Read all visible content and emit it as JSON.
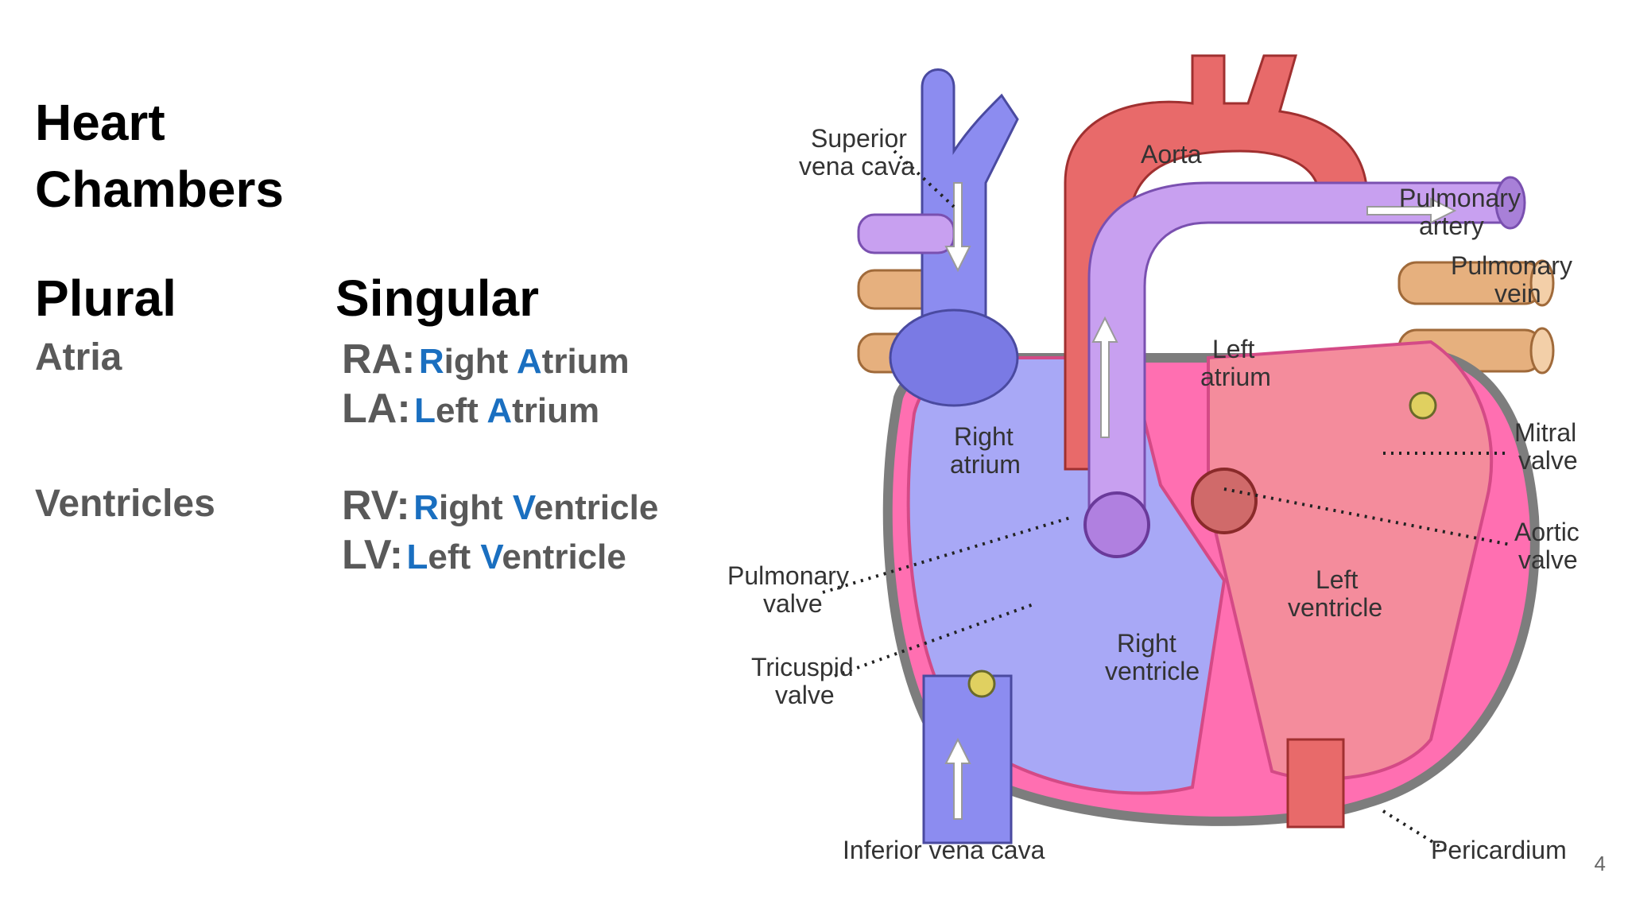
{
  "title": "Heart Chambers",
  "columns": {
    "plural": "Plural",
    "singular": "Singular"
  },
  "rows": [
    {
      "plural": "Atria",
      "items": [
        {
          "abbr": "RA:",
          "w1i": "R",
          "w1r": "ight",
          "w2i": "A",
          "w2r": "trium"
        },
        {
          "abbr": "LA:",
          "w1i": "L",
          "w1r": "eft",
          "w2i": "A",
          "w2r": "trium"
        }
      ]
    },
    {
      "plural": "Ventricles",
      "items": [
        {
          "abbr": "RV:",
          "w1i": "R",
          "w1r": "ight",
          "w2i": "V",
          "w2r": "entricle"
        },
        {
          "abbr": "LV:",
          "w1i": "L",
          "w1r": "eft",
          "w2i": "V",
          "w2r": "entricle"
        }
      ]
    }
  ],
  "diagram": {
    "labels": {
      "superior_vena_cava": [
        "Superior",
        "vena  cava"
      ],
      "aorta": "Aorta",
      "pulmonary_artery": [
        "Pulmonary",
        "artery"
      ],
      "pulmonary_vein": [
        "Pulmonary",
        "vein"
      ],
      "left_atrium": [
        "Left",
        "atrium"
      ],
      "right_atrium": [
        "Right",
        "atrium"
      ],
      "mitral_valve": [
        "Mitral",
        "valve"
      ],
      "aortic_valve": [
        "Aortic",
        "valve"
      ],
      "pulmonary_valve": [
        "Pulmonary",
        "valve"
      ],
      "tricuspid_valve": [
        "Tricuspid",
        "valve"
      ],
      "left_ventricle": [
        "Left",
        "ventricle"
      ],
      "right_ventricle": [
        "Right",
        "ventricle"
      ],
      "inferior_vena_cava": "Inferior vena cava",
      "pericardium": "Pericardium"
    },
    "colors": {
      "vein_blue": "#8c8cf0",
      "artery_red": "#e86a6a",
      "pulmonary_purple": "#c8a0f0",
      "heart_pink": "#f06aa8",
      "pericardium_gray": "#888888",
      "accent_blue": "#1a6fc0"
    }
  },
  "page_number": "4"
}
